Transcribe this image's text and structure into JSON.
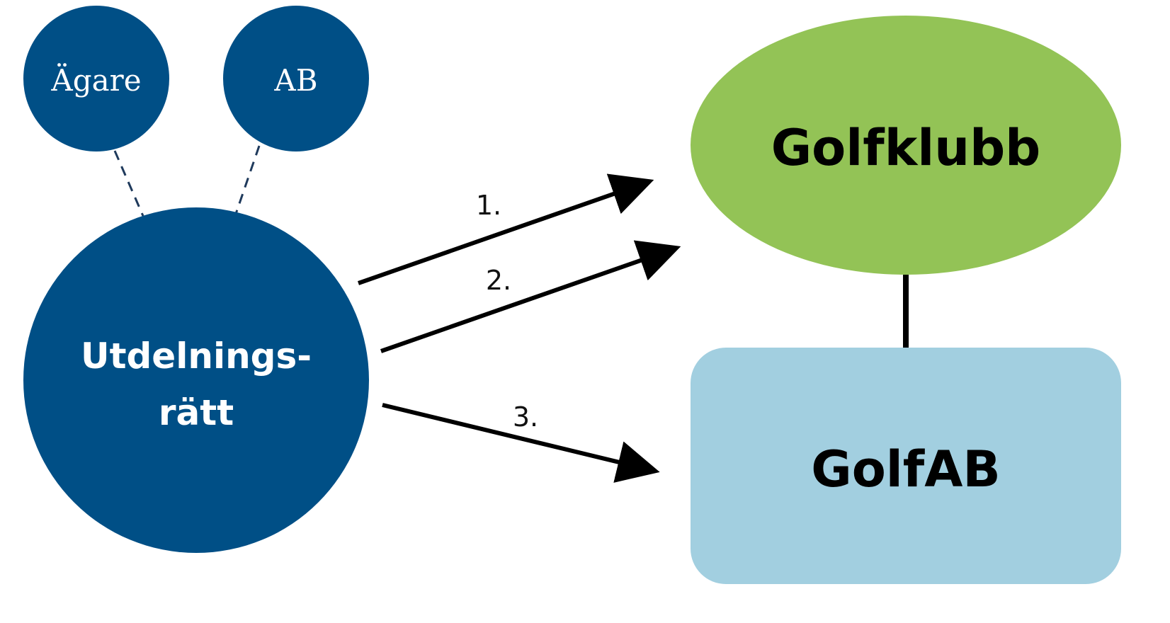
{
  "nodes": {
    "owner": {
      "label": "Ägare"
    },
    "ab": {
      "label": "AB"
    },
    "distribution_right": {
      "label_line1": "Utdelnings-",
      "label_line2": "rätt"
    },
    "golf_club": {
      "label": "Golfklubb"
    },
    "golf_ab": {
      "label": "GolfAB"
    }
  },
  "arrows": [
    {
      "label": "1."
    },
    {
      "label": "2."
    },
    {
      "label": "3."
    }
  ],
  "colors": {
    "dark_blue": "#004f86",
    "green": "#93c356",
    "light_blue": "#a2cfe0",
    "line": "#000000",
    "dashed": "#1f3a5c"
  }
}
